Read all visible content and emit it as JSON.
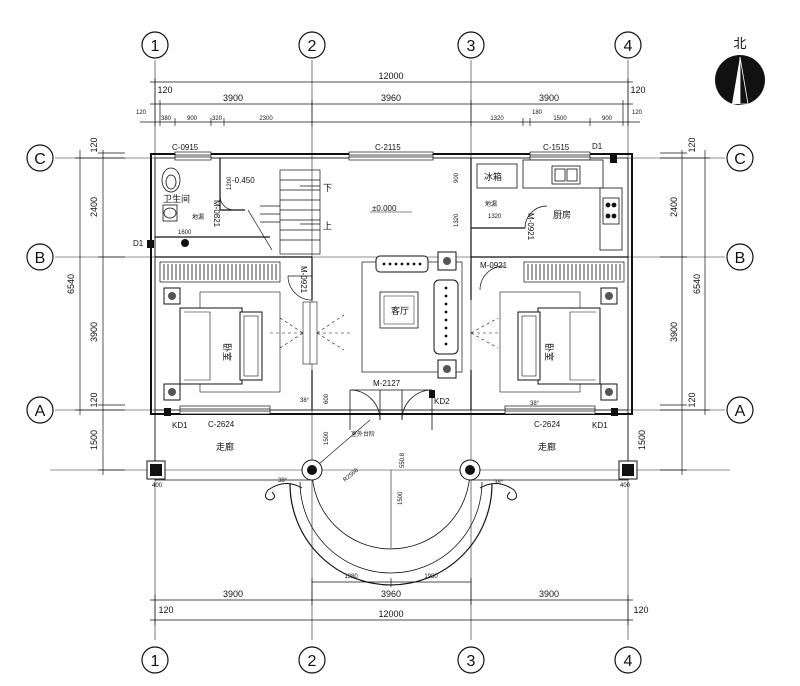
{
  "north": {
    "label": "北"
  },
  "axes": {
    "columns": [
      "1",
      "2",
      "3",
      "4"
    ],
    "rows": [
      "C",
      "B",
      "A"
    ]
  },
  "dims": {
    "top_total": "12000",
    "top_ends": [
      "120",
      "120"
    ],
    "top_spans": [
      "3900",
      "3960",
      "3900"
    ],
    "top_detail_left": [
      "120",
      "380",
      "900",
      "320",
      "2300"
    ],
    "top_detail_right": [
      "1320",
      "180",
      "1500",
      "900",
      "120"
    ],
    "left_rows": [
      "120",
      "2400",
      "3900",
      "120",
      "1500"
    ],
    "left_total": "6540",
    "right_rows": [
      "120",
      "2400",
      "3900",
      "120",
      "1500"
    ],
    "right_total": "6540",
    "bottom_spans": [
      "3900",
      "3960",
      "3900"
    ],
    "bottom_total": "12000",
    "bottom_ends": [
      "120",
      "120"
    ],
    "bottom_center": [
      "1980",
      "1980"
    ],
    "col_400": [
      "400",
      "400"
    ]
  },
  "labels": {
    "c0915": "C-0915",
    "c2115": "C-2115",
    "c1515": "C-1515",
    "d1_top": "D1",
    "d1_left": "D1",
    "m0821": "M-0821",
    "m0921_left": "M-0921",
    "m0921_right": "M-0921",
    "m0921_kitchen": "M-0921",
    "m2127": "M-2127",
    "c2624_left": "C-2624",
    "c2624_right": "C-2624",
    "kd1_left": "KD1",
    "kd1_right": "KD1",
    "kd2": "KD2",
    "level_bath": "-0.450",
    "level_main": "±0.000",
    "bathroom": "卫生间",
    "fridge": "冰箱",
    "kitchen": "厨房",
    "living": "客厅",
    "bedroom_left": "卧室",
    "bedroom_right": "卧室",
    "corridor_left": "走廊",
    "corridor_right": "走廊",
    "stair_down": "下",
    "stair_up": "上",
    "floor_drain_1": "地漏",
    "floor_drain_2": "地漏",
    "dim_1200": "1200",
    "dim_1600": "1600",
    "dim_900": "900",
    "dim_1320": "1320",
    "dim_1320b": "1320",
    "dim_600": "600",
    "dim_1500_door": "1500",
    "dim_5508": "550.8",
    "dim_1500_arc": "1500",
    "radius": "R2568",
    "angle_38_1": "38°",
    "angle_38_2": "38°",
    "angle_38_3": "38°",
    "angle_38_4": "38°",
    "porch_mark": "室外台阶"
  }
}
